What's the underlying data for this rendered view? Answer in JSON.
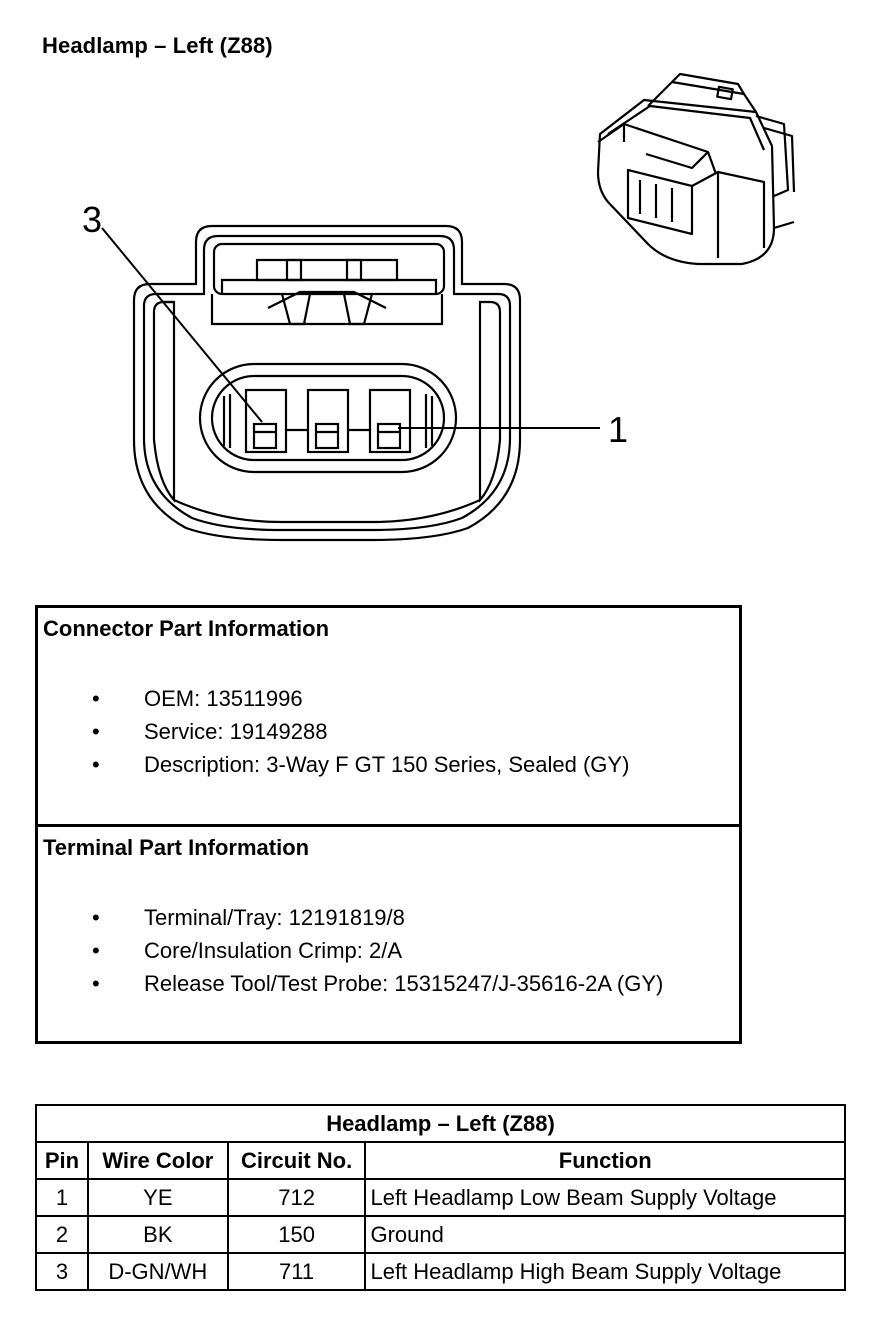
{
  "title": "Headlamp – Left (Z88)",
  "diagram": {
    "callout_left": "3",
    "callout_right": "1"
  },
  "connector_info": {
    "heading": "Connector Part Information",
    "items": [
      "OEM: 13511996",
      "Service: 19149288",
      "Description: 3-Way F GT 150 Series, Sealed (GY)"
    ]
  },
  "terminal_info": {
    "heading": "Terminal Part Information",
    "items": [
      "Terminal/Tray: 12191819/8",
      "Core/Insulation Crimp: 2/A",
      "Release Tool/Test Probe: 15315247/J-35616-2A (GY)"
    ]
  },
  "bullet": "•",
  "pin_table": {
    "caption": "Headlamp – Left (Z88)",
    "headers": [
      "Pin",
      "Wire Color",
      "Circuit No.",
      "Function"
    ],
    "rows": [
      [
        "1",
        "YE",
        "712",
        "Left Headlamp Low Beam Supply Voltage"
      ],
      [
        "2",
        "BK",
        "150",
        "Ground"
      ],
      [
        "3",
        "D-GN/WH",
        "711",
        "Left Headlamp High Beam Supply Voltage"
      ]
    ]
  }
}
